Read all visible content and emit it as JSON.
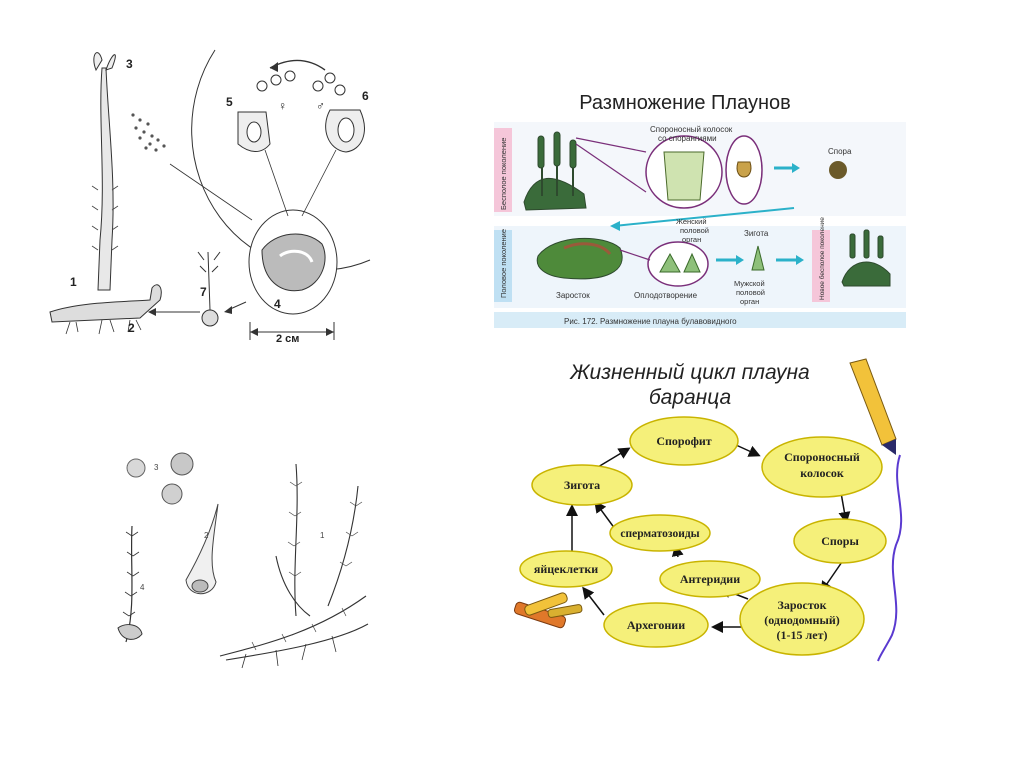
{
  "top_left_figure": {
    "labels": [
      "1",
      "2",
      "3",
      "4",
      "5",
      "6",
      "7"
    ],
    "scale": "2 см",
    "female_symbol": "♀",
    "male_symbol": "♂"
  },
  "reproduction": {
    "title": "Размножение Плаунов",
    "band_asexual": "Бесполое поколение",
    "band_sexual": "Половое поколение",
    "band_new_asexual": "Новое бесполое поколение",
    "spike_label_1": "Спороносный колосок",
    "spike_label_2": "со спорангиями",
    "spore": "Спора",
    "female_organ_1": "Женский",
    "female_organ_2": "половой",
    "female_organ_3": "орган",
    "zygote": "Зигота",
    "prothallus": "Заросток",
    "fertilization": "Оплодотворение",
    "male_organ_1": "Мужской",
    "male_organ_2": "половой",
    "male_organ_3": "орган",
    "caption": "Рис. 172. Размножение плауна булавовидного"
  },
  "bottom_left_figure": {
    "labels": [
      "1",
      "2",
      "3",
      "4"
    ]
  },
  "life_cycle": {
    "title_line1": "Жизненный цикл плауна",
    "title_line2": "баранца",
    "nodes": {
      "sporophyte": "Спорофит",
      "spike_1": "Спороносный",
      "spike_2": "колосок",
      "spores": "Споры",
      "prothallus_1": "Заросток",
      "prothallus_2": "(однодомный)",
      "prothallus_3": "(1-15 лет)",
      "archegonia": "Архегонии",
      "antheridia": "Антеридии",
      "spermatozoids": "сперматозоиды",
      "egg_cells": "яйцеклетки",
      "zygote": "Зигота"
    },
    "node_fill": "#f5f07a",
    "node_stroke": "#c9b400"
  }
}
